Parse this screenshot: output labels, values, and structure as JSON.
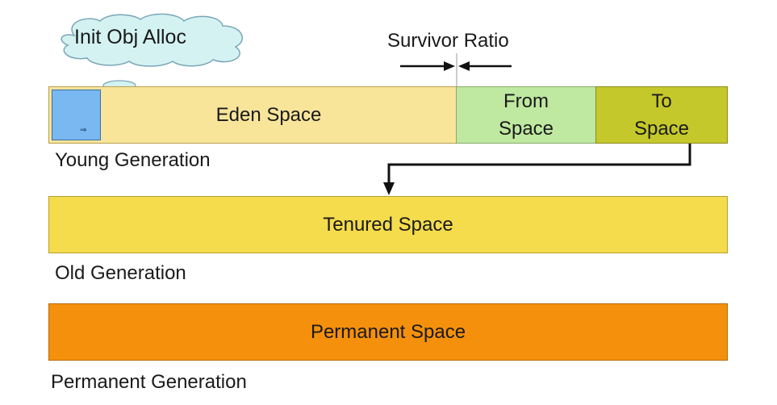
{
  "cloud": {
    "label": "Init Obj Alloc"
  },
  "survivor_ratio": {
    "label": "Survivor Ratio"
  },
  "young": {
    "eden_label": "Eden Space",
    "from_line1": "From",
    "from_line2": "Space",
    "to_line1": "To",
    "to_line2": "Space",
    "generation_label": "Young Generation"
  },
  "old": {
    "tenured_label": "Tenured Space",
    "generation_label": "Old Generation"
  },
  "permanent": {
    "space_label": "Permanent Space",
    "generation_label": "Permanent Generation"
  },
  "colors": {
    "eden": "#f8e59a",
    "from": "#bfe8a0",
    "to": "#c5c82a",
    "tenured": "#f4dc4c",
    "permanent": "#f5900c",
    "allocated_object": "#79b8f0",
    "cloud": "#d4f2f2"
  }
}
